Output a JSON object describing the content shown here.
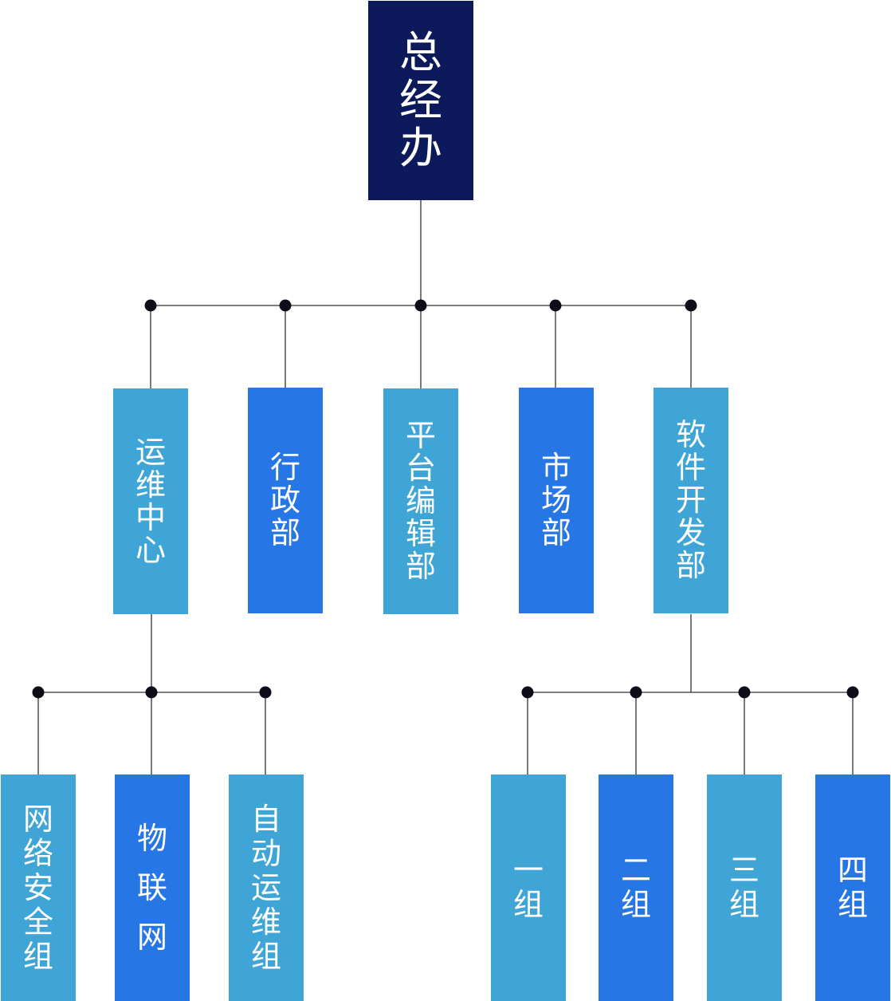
{
  "root": {
    "label": "总经办"
  },
  "departments": [
    {
      "id": "ops",
      "label": "运维中心"
    },
    {
      "id": "admin",
      "label": "行政部"
    },
    {
      "id": "platform",
      "label": "平台编辑部"
    },
    {
      "id": "market",
      "label": "市场部"
    },
    {
      "id": "software",
      "label": "软件开发部"
    }
  ],
  "ops_groups": [
    {
      "label": "网络安全组"
    },
    {
      "label": "物联网"
    },
    {
      "label": "自动运维组"
    }
  ],
  "software_groups": [
    {
      "label": "一组"
    },
    {
      "label": "二组"
    },
    {
      "label": "三组"
    },
    {
      "label": "四组"
    }
  ],
  "colors": {
    "root": "#0c1a5c",
    "light_blue": "#3fa5d6",
    "dark_blue": "#2776e6",
    "connector": "#333333",
    "node_dot": "#0d0d1a"
  }
}
